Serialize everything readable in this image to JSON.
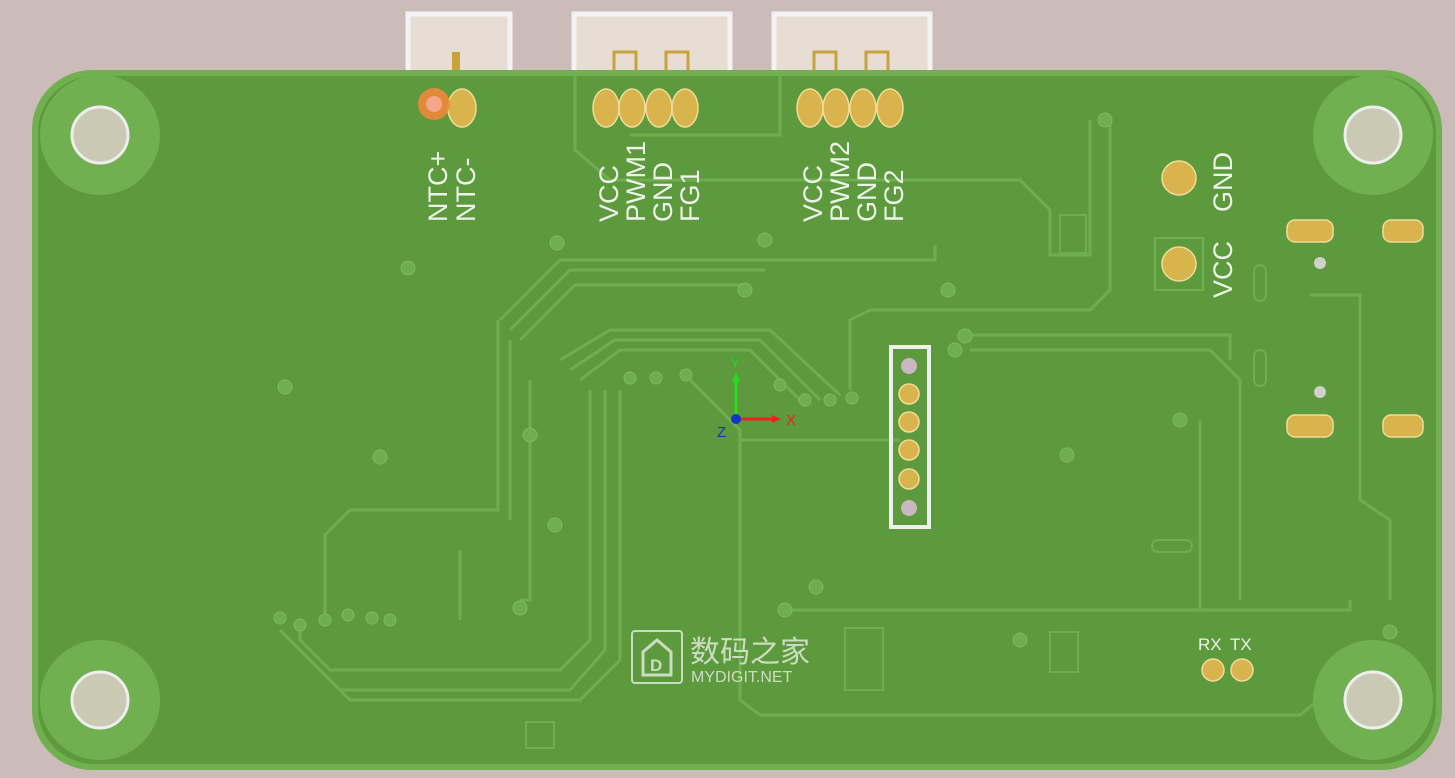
{
  "board": {
    "colors": {
      "background": "#cbbcb9",
      "board": "#5d9a3d",
      "edge": "#71b051",
      "trace": "#6fae50",
      "pad": "#d9b44d",
      "silkscreen": "#eef3ea"
    },
    "labels": {
      "ntc_plus": "NTC+",
      "ntc_minus": "NTC-",
      "fan1": [
        "VCC",
        "PWM1",
        "GND",
        "FG1"
      ],
      "fan2": [
        "VCC",
        "PWM2",
        "GND",
        "FG2"
      ],
      "power_gnd": "GND",
      "power_vcc": "VCC",
      "rx": "RX",
      "tx": "TX"
    },
    "axes": {
      "x": "X",
      "y": "Y",
      "z": "Z"
    }
  },
  "watermark": {
    "chinese": "数码之家",
    "latin": "MYDIGIT.NET"
  }
}
